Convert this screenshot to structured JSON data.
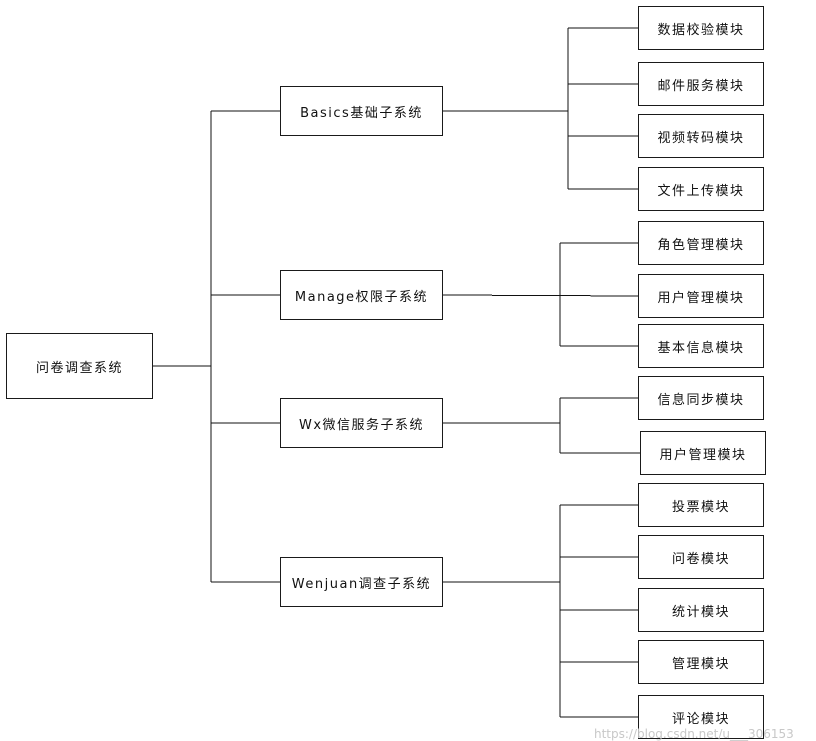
{
  "root": {
    "label": "问卷调查系统"
  },
  "subsystems": [
    {
      "label": "Basics基础子系统",
      "modules": [
        "数据校验模块",
        "邮件服务模块",
        "视频转码模块",
        "文件上传模块"
      ]
    },
    {
      "label": "Manage权限子系统",
      "modules": [
        "角色管理模块",
        "用户管理模块",
        "基本信息模块"
      ]
    },
    {
      "label": "Wx微信服务子系统",
      "modules": [
        "信息同步模块",
        "用户管理模块"
      ]
    },
    {
      "label": "Wenjuan调查子系统",
      "modules": [
        "投票模块",
        "问卷模块",
        "统计模块",
        "管理模块",
        "评论模块"
      ]
    }
  ],
  "watermark": "https://blog.csdn.net/u___306153"
}
